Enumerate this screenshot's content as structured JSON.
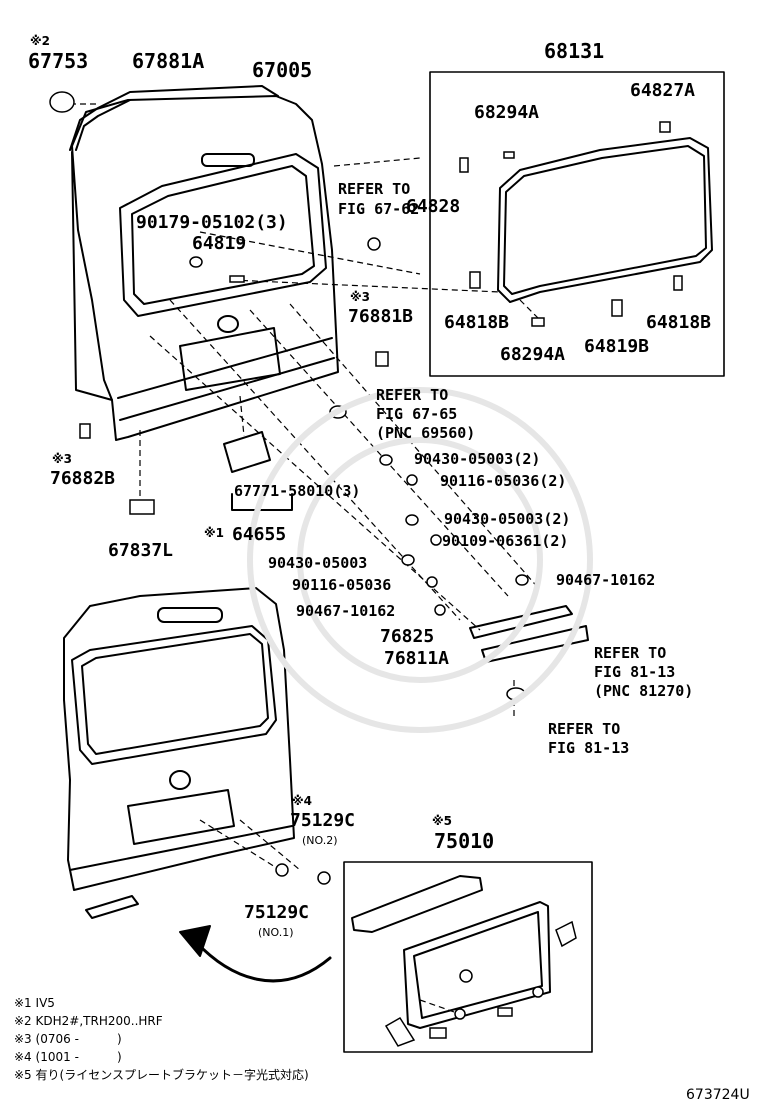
{
  "marks": {
    "m1": "※1",
    "m2": "※2",
    "m3": "※3",
    "m4": "※4",
    "m5": "※5"
  },
  "parts": {
    "p67753": "67753",
    "p67881A": "67881A",
    "p67005": "67005",
    "p68131": "68131",
    "p68294A_top": "68294A",
    "p64827A": "64827A",
    "p90179": "90179-05102(3)",
    "p64819": "64819",
    "p64828": "64828",
    "p76881B": "76881B",
    "p64818B_left": "64818B",
    "p64818B_right": "64818B",
    "p68294A_bot": "68294A",
    "p64819B": "64819B",
    "p76882B": "76882B",
    "p67837L": "67837L",
    "p67771": "67771-58010(3)",
    "p64655": "64655",
    "p90430a": "90430-05003(2)",
    "p90116a": "90116-05036(2)",
    "p90430b": "90430-05003(2)",
    "p90109": "90109-06361(2)",
    "p90430c": "90430-05003",
    "p90116b": "90116-05036",
    "p90467a": "90467-10162",
    "p90467b": "90467-10162",
    "p76825": "76825",
    "p76811A": "76811A",
    "p75129C_a": "75129C",
    "p75129C_b": "75129C",
    "p75010": "75010"
  },
  "notes_small": {
    "no2": "(NO.2)",
    "no1": "(NO.1)"
  },
  "refs": {
    "r1a": "REFER TO",
    "r1b": "FIG 67-62",
    "r2a": "REFER TO",
    "r2b": "FIG 67-65",
    "r2c": "(PNC 69560)",
    "r3a": "REFER TO",
    "r3b": "FIG 81-13",
    "r3c": "(PNC 81270)",
    "r4a": "REFER TO",
    "r4b": "FIG 81-13"
  },
  "footnotes": [
    {
      "mark": "※1",
      "text": "IV5"
    },
    {
      "mark": "※2",
      "text": "KDH2#,TRH200..HRF"
    },
    {
      "mark": "※3",
      "text": "(0706 -          )"
    },
    {
      "mark": "※4",
      "text": "(1001 -          )"
    },
    {
      "mark": "※5",
      "text": "有り(ライセンスプレートブラケット－字光式対応)"
    }
  ],
  "figure_id": "673724U"
}
